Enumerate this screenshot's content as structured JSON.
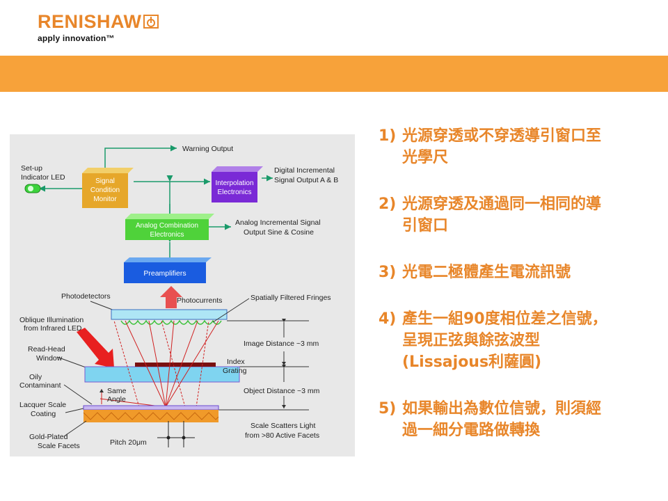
{
  "logo": {
    "wordmark": "RENISHAW",
    "tagline": "apply innovation™"
  },
  "colors": {
    "brand_orange": "#e8862a",
    "banner": "#f7a23a",
    "diagram_bg": "#e8e8e8"
  },
  "diagram": {
    "labels": {
      "warning": "Warning Output",
      "setup_led_1": "Set-up",
      "setup_led_2": "Indicator LED",
      "signal_box_1": "Signal",
      "signal_box_2": "Condition",
      "signal_box_3": "Monitor",
      "interp_box_1": "Interpolation",
      "interp_box_2": "Electronics",
      "digital_1": "Digital Incremental",
      "digital_2": "Signal Output A & B",
      "analog_box_1": "Analog Combination",
      "analog_box_2": "Electronics",
      "analog_out_1": "Analog Incremental Signal",
      "analog_out_2": "Output Sine & Cosine",
      "preamp": "Preamplifiers",
      "photodetectors": "Photodetectors",
      "photocurrents": "Photocurrents",
      "fringes": "Spatially Filtered Fringes",
      "oblique_1": "Oblique Illumination",
      "oblique_2": "from Infrared LED",
      "image_distance": "Image Distance ~3 mm",
      "readhead_1": "Read-Head",
      "readhead_2": "Window",
      "index_1": "Index",
      "index_2": "Grating",
      "oily_1": "Oily",
      "oily_2": "Contaminant",
      "same_1": "Same",
      "same_2": "Angle",
      "object_distance": "Object Distance ~3 mm",
      "lacquer_1": "Lacquer Scale",
      "lacquer_2": "Coating",
      "scatters_1": "Scale Scatters Light",
      "scatters_2": "from >80 Active Facets",
      "gold_1": "Gold-Plated",
      "gold_2": "Scale Facets",
      "pitch": "Pitch 20μm"
    }
  },
  "points": [
    {
      "num": "1)",
      "text": "光源穿透或不穿透導引窗口至\n光學尺"
    },
    {
      "num": "2)",
      "text": "光源穿透及通過同一相同的導\n引窗口"
    },
    {
      "num": "3)",
      "text": "光電二極體產生電流訊號"
    },
    {
      "num": "4)",
      "text": "產生一組90度相位差之信號，\n呈現正弦與餘弦波型\n(Lissajous利薩圓)"
    },
    {
      "num": "5)",
      "text": "如果輸出為數位信號，則須經\n過一細分電路做轉換"
    }
  ]
}
